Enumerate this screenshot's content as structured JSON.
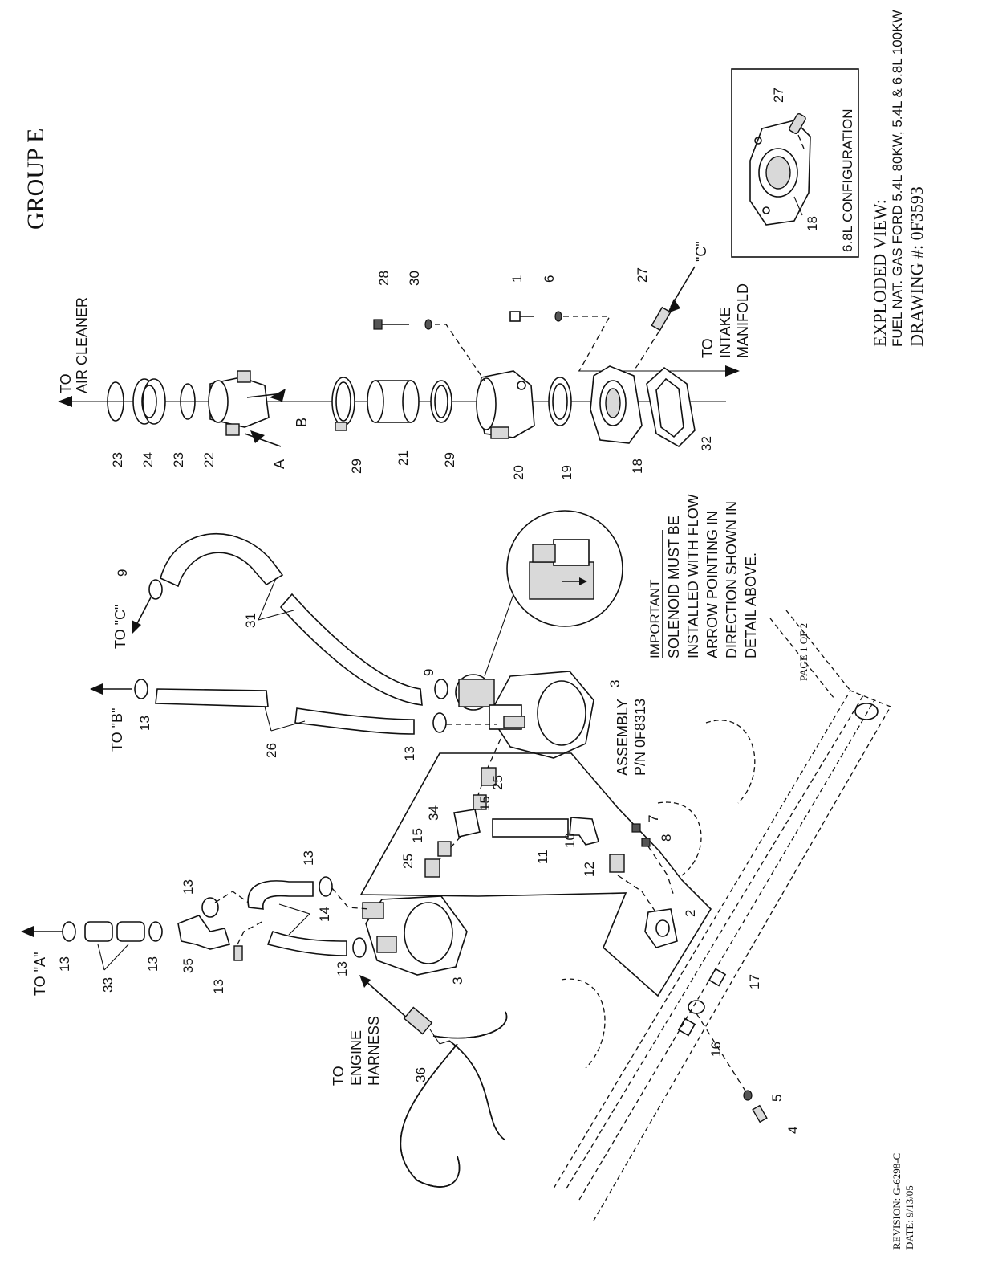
{
  "header": {
    "group": "GROUP E"
  },
  "title_block": {
    "view_title": "EXPLODED VIEW:",
    "subtitle": "FUEL NAT. GAS FORD 5.4L 80KW, 5.4L & 6.8L 100KW",
    "drawing": "DRAWING #: 0F3593"
  },
  "inset": {
    "title": "6.8L CONFIGURATION",
    "callouts": [
      "27",
      "18"
    ]
  },
  "footer": {
    "page": "PAGE 1 OF 2",
    "revision": "REVISION: G-6298-C",
    "date": "DATE:  9/13/05"
  },
  "notes": {
    "important_title": "IMPORTANT",
    "important_lines": [
      "SOLENOID MUST BE",
      "INSTALLED WITH FLOW",
      "ARROW POINTING IN",
      "DIRECTION SHOWN IN",
      "DETAIL ABOVE."
    ],
    "assembly_line1": "ASSEMBLY",
    "assembly_line2": "P/N 0F8313"
  },
  "destinations": {
    "air_cleaner_1": "TO",
    "air_cleaner_2": "AIR CLEANER",
    "intake_1": "TO",
    "intake_2": "INTAKE",
    "intake_3": "MANIFOLD",
    "engine_1": "TO",
    "engine_2": "ENGINE",
    "engine_3": "HARNESS",
    "to_a": "TO \"A\"",
    "to_b": "TO \"B\"",
    "to_c": "TO \"C\"",
    "c_mark": "\"C\"",
    "a_mark": "A",
    "b_mark": "B"
  },
  "callouts": {
    "p1": "1",
    "p2": "2",
    "p3a": "3",
    "p3b": "3",
    "p4": "4",
    "p5": "5",
    "p6": "6",
    "p7": "7",
    "p8": "8",
    "p9a": "9",
    "p9b": "9",
    "p10": "10",
    "p11": "11",
    "p12": "12",
    "p13a": "13",
    "p13b": "13",
    "p13c": "13",
    "p13d": "13",
    "p13e": "13",
    "p13f": "13",
    "p13g": "13",
    "p13h": "13",
    "p14": "14",
    "p15a": "15",
    "p15b": "15",
    "p16": "16",
    "p17": "17",
    "p18": "18",
    "p19": "19",
    "p20": "20",
    "p21": "21",
    "p22": "22",
    "p23a": "23",
    "p23b": "23",
    "p24": "24",
    "p25a": "25",
    "p25b": "25",
    "p26": "26",
    "p27": "27",
    "p28": "28",
    "p29a": "29",
    "p29b": "29",
    "p30": "30",
    "p31": "31",
    "p32": "32",
    "p33": "33",
    "p34": "34",
    "p35": "35",
    "p36": "36"
  }
}
